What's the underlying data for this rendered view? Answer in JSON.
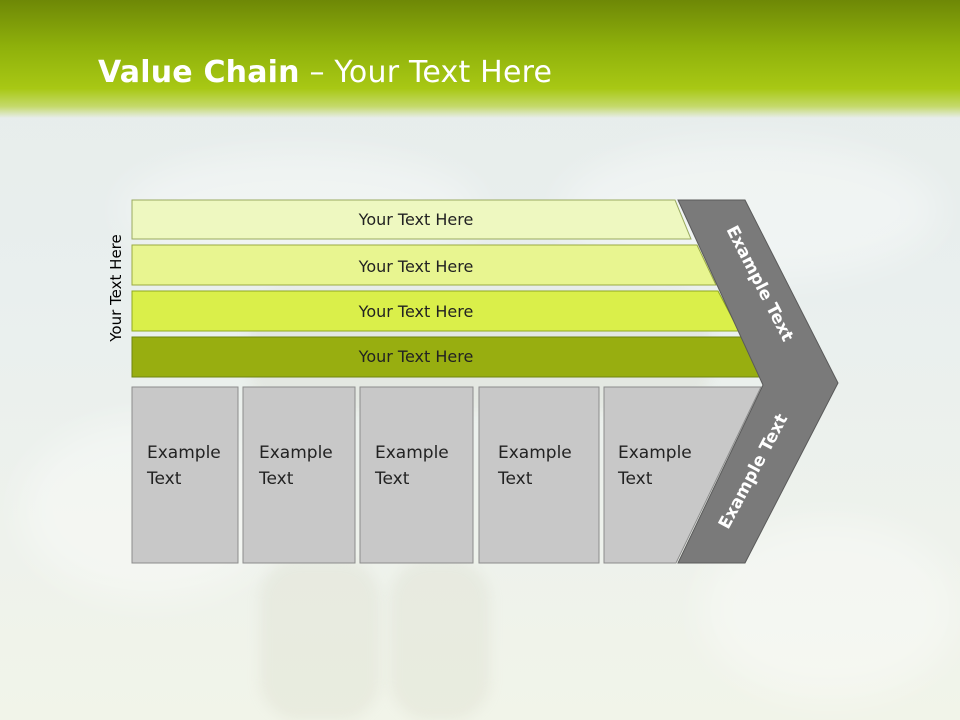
{
  "title": {
    "bold": "Value Chain",
    "rest": " – Your Text Here"
  },
  "vertical_label": "Your Text Here",
  "bars": [
    {
      "label": "Your Text Here",
      "color": "#eef8c0"
    },
    {
      "label": "Your Text Here",
      "color": "#e8f590"
    },
    {
      "label": "Your Text Here",
      "color": "#daef4a"
    },
    {
      "label": "Your Text Here",
      "color": "#98ae10"
    }
  ],
  "boxes": [
    {
      "line1": "Example",
      "line2": "Text"
    },
    {
      "line1": "Example",
      "line2": "Text"
    },
    {
      "line1": "Example",
      "line2": "Text"
    },
    {
      "line1": "Example",
      "line2": "Text"
    },
    {
      "line1": "Example",
      "line2": "Text"
    }
  ],
  "chevron": {
    "upper_label": "Example Text",
    "lower_label": "Example Text",
    "color": "#7a7a7a"
  },
  "colors": {
    "header": "#8fb10b",
    "box_fill": "#c8c8c8",
    "box_stroke": "#8c8c8c"
  }
}
